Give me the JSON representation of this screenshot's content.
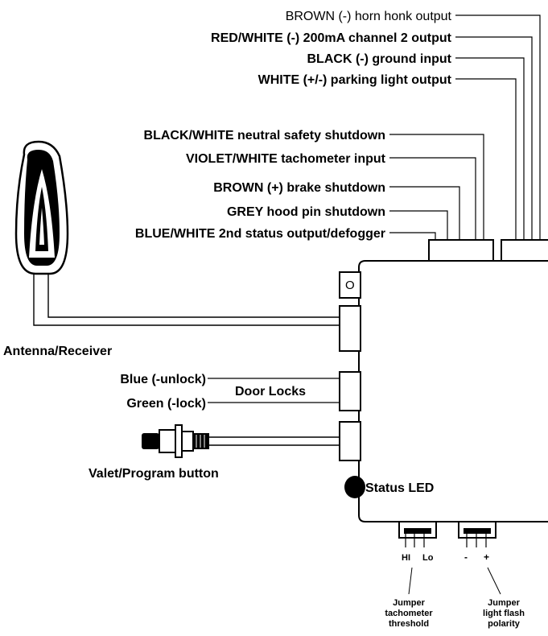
{
  "wires_top": [
    "BROWN (-) horn honk output",
    "RED/WHITE (-) 200mA channel 2 output",
    "BLACK (-) ground input",
    "WHITE (+/-) parking light output"
  ],
  "wires_mid": [
    "BLACK/WHITE neutral safety shutdown",
    "VIOLET/WHITE tachometer input",
    "BROWN (+) brake shutdown",
    "GREY hood pin shutdown",
    "BLUE/WHITE 2nd status output/defogger"
  ],
  "antenna_label": "Antenna/Receiver",
  "door_locks": {
    "blue": "Blue (-unlock)",
    "green": "Green (-lock)",
    "title": "Door Locks"
  },
  "valet_label": "Valet/Program button",
  "status_led_label": "Status LED",
  "jumper_tach": {
    "hi": "HI",
    "lo": "Lo",
    "line1": "Jumper",
    "line2": "tachometer",
    "line3": "threshold"
  },
  "jumper_light": {
    "minus": "-",
    "plus": "+",
    "line1": "Jumper",
    "line2": "light flash",
    "line3": "polarity"
  },
  "connector_mark": "O"
}
